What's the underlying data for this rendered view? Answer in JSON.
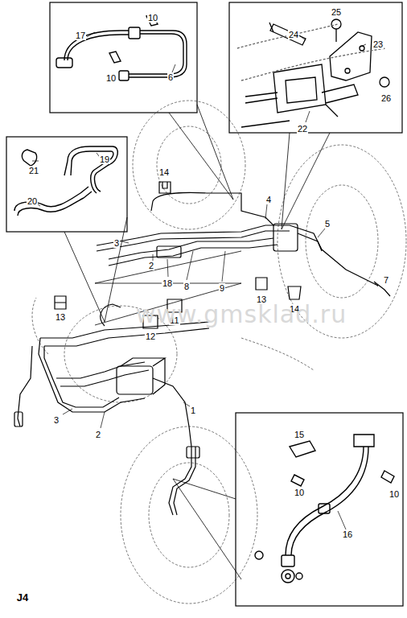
{
  "diagram": {
    "labels": [
      "17",
      "10",
      "10",
      "6",
      "24",
      "25",
      "23",
      "22",
      "26",
      "21",
      "19",
      "20",
      "14",
      "4",
      "5",
      "3",
      "2",
      "18",
      "8",
      "9",
      "13",
      "14",
      "7",
      "13",
      "11",
      "12",
      "3",
      "2",
      "1",
      "15",
      "10",
      "10",
      "16",
      "www.gmsklad.ru",
      "J4"
    ]
  }
}
